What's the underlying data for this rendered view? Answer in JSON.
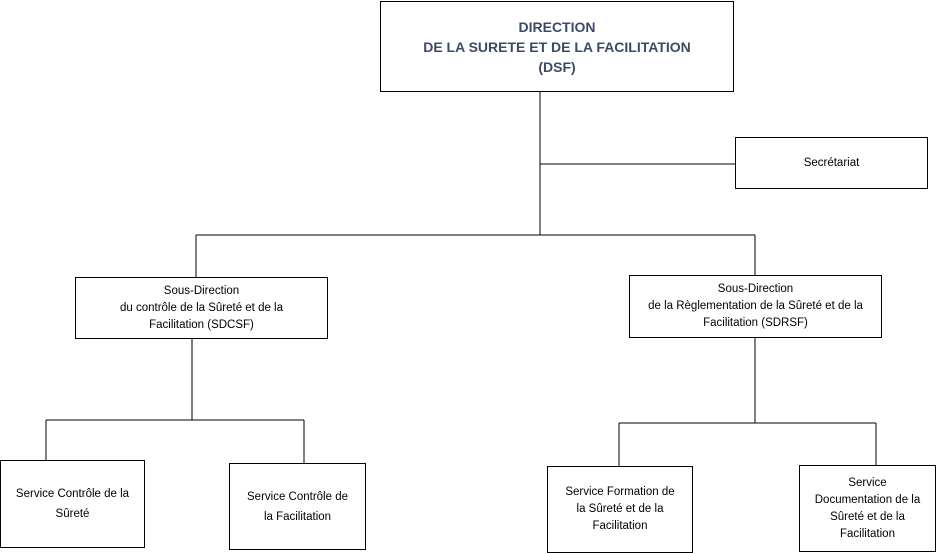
{
  "orgchart": {
    "direction": {
      "title": "DIRECTION\nDE LA SURETE ET DE LA FACILITATION\n(DSF)"
    },
    "secretariat": {
      "label": "Secrétariat"
    },
    "sous_direction_controle": {
      "label": "Sous-Direction\ndu contrôle de la Sûreté et de la\nFacilitation  (SDCSF)"
    },
    "sous_direction_reglementation": {
      "label": "Sous-Direction\nde la Règlementation  de la Sûreté et de la\nFacilitation  (SDRSF)"
    },
    "services": {
      "controle_surete": "Service Contrôle de la\nSûreté",
      "controle_facilitation": "Service Contrôle de\nla Facilitation",
      "formation": "Service Formation de\nla  Sûreté et de la\nFacilitation",
      "documentation": "Service\nDocumentation  de la\nSûreté et de la\nFacilitation"
    }
  },
  "colors": {
    "title_text": "#3d4a66",
    "border": "#000000",
    "background": "#ffffff"
  }
}
